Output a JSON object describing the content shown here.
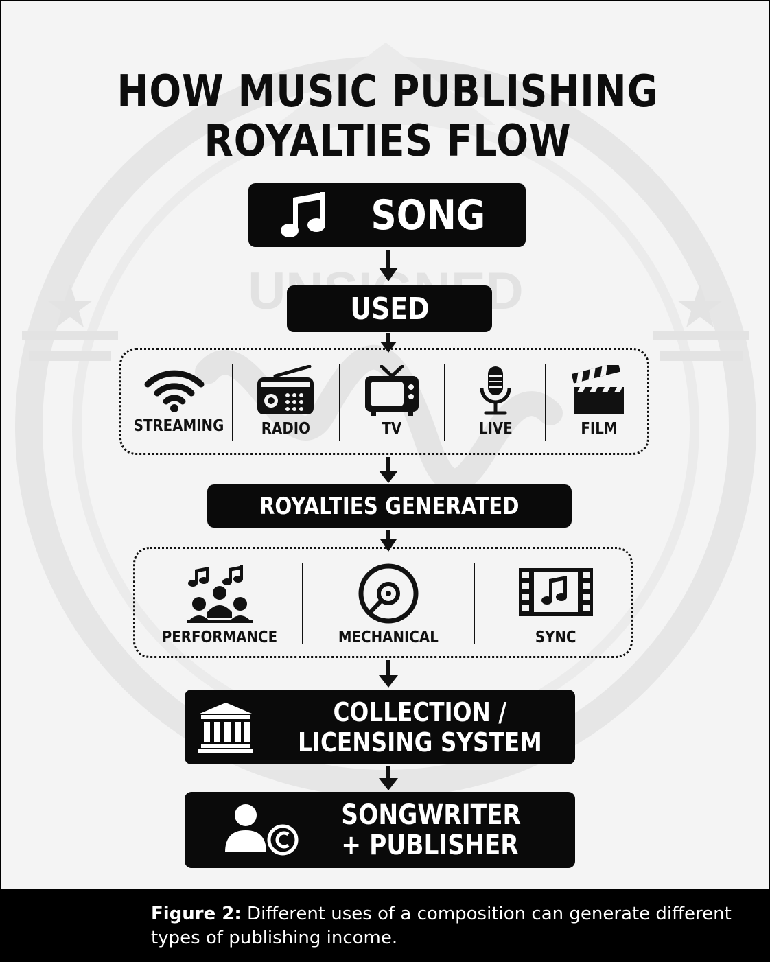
{
  "title": {
    "line1": "HOW MUSIC PUBLISHING",
    "line2": "ROYALTIES FLOW"
  },
  "watermark": {
    "text": "UNSIGNED"
  },
  "flow": {
    "song": "SONG",
    "used": "USED",
    "royalties_generated": "ROYALTIES GENERATED",
    "collection": {
      "line1": "COLLECTION /",
      "line2": "LICENSING SYSTEM"
    },
    "songwriter": {
      "line1": "SONGWRITER",
      "line2": "+ PUBLISHER"
    }
  },
  "uses": [
    {
      "label": "STREAMING",
      "icon": "wifi-icon"
    },
    {
      "label": "RADIO",
      "icon": "radio-icon"
    },
    {
      "label": "TV",
      "icon": "tv-icon"
    },
    {
      "label": "LIVE",
      "icon": "microphone-icon"
    },
    {
      "label": "FILM",
      "icon": "clapperboard-icon"
    }
  ],
  "royalty_types": [
    {
      "label": "PERFORMANCE",
      "icon": "audience-music-icon"
    },
    {
      "label": "MECHANICAL",
      "icon": "vinyl-disc-icon"
    },
    {
      "label": "SYNC",
      "icon": "film-music-icon"
    }
  ],
  "caption": {
    "label": "Figure 2:",
    "text": " Different uses of a composition can generate different types of publishing income."
  }
}
